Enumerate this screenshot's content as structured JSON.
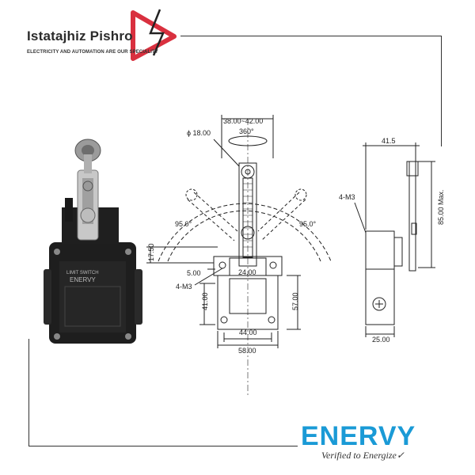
{
  "header": {
    "brand_name": "Istatajhiz Pishro",
    "tagline": "ELECTRICITY AND AUTOMATION ARE OUR SPECIALITY"
  },
  "footer": {
    "logo_name": "ENERVY",
    "logo_tagline": "Verified to Energize✓"
  },
  "colors": {
    "brand_red": "#d9303f",
    "enervy_blue": "#1a9ad6",
    "line": "#222222"
  },
  "drawing": {
    "front_labels": {
      "width_top": "38.00~42.00",
      "roller_dia": "ϕ 18.00",
      "rotation": "360°",
      "angle_left": "95.0°",
      "angle_right": "95.0°",
      "height_left": "17.50",
      "gap_5": "5.00",
      "dim_24": "24.00",
      "thread": "4-M3",
      "h41": "41.00",
      "h57": "57.00",
      "w44": "44.00",
      "w58": "58.00"
    },
    "side_labels": {
      "w41_5": "41.5",
      "thread": "4-M3",
      "h85": "85.00 Max.",
      "w25": "25.00"
    }
  },
  "product_label": {
    "brand": "ENERVY",
    "model": "LIMIT SWITCH"
  }
}
